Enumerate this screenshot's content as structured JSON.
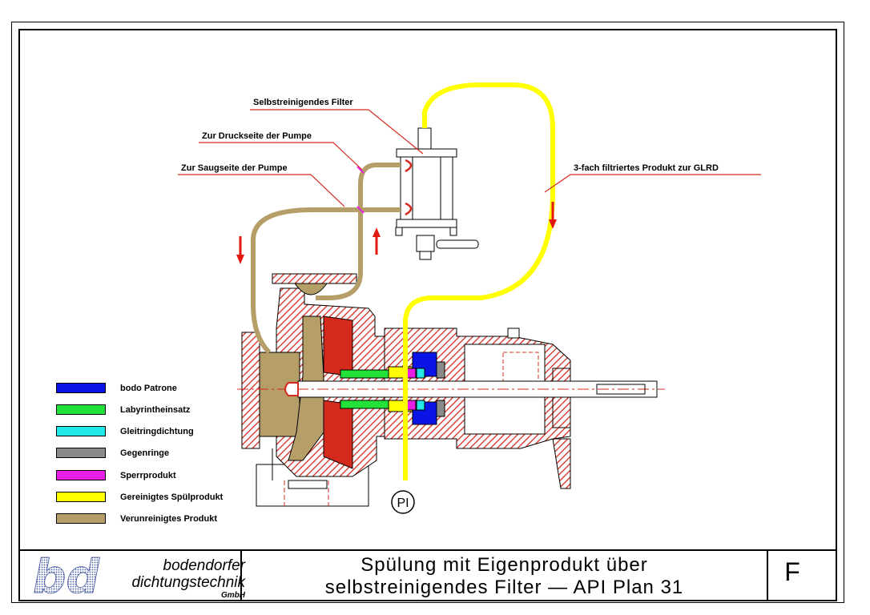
{
  "callouts": {
    "filter": "Selbstreinigendes Filter",
    "pressure_side": "Zur Druckseite der Pumpe",
    "suction_side": "Zur Saugseite der Pumpe",
    "filtered_product": "3-fach filtriertes Produkt zur GLRD"
  },
  "instrument_label": "PI",
  "legend": [
    {
      "label": "bodo Patrone",
      "color": "#0a14e6"
    },
    {
      "label": "Labyrintheinsatz",
      "color": "#22e23a"
    },
    {
      "label": "Gleitringdichtung",
      "color": "#22e8e8"
    },
    {
      "label": "Gegenringe",
      "color": "#8a8a8a"
    },
    {
      "label": "Sperrprodukt",
      "color": "#e61ee6"
    },
    {
      "label": "Gereinigtes Spülprodukt",
      "color": "#ffff00"
    },
    {
      "label": "Verunreinigtes Produkt",
      "color": "#b59e68"
    }
  ],
  "colors": {
    "housing_red": "#d42a1e",
    "contaminated": "#b59e68",
    "clean_flush": "#ffff00",
    "arrow_red": "#e21a12"
  },
  "title_block": {
    "logo_text": "bd",
    "company_line1": "bodendorfer",
    "company_line2": "dichtungstechnik",
    "company_line3": "GmbH",
    "title_line1": "Spülung mit Eigenprodukt über",
    "title_line2": "selbstreinigendes Filter — API Plan 31",
    "sheet": "F"
  }
}
